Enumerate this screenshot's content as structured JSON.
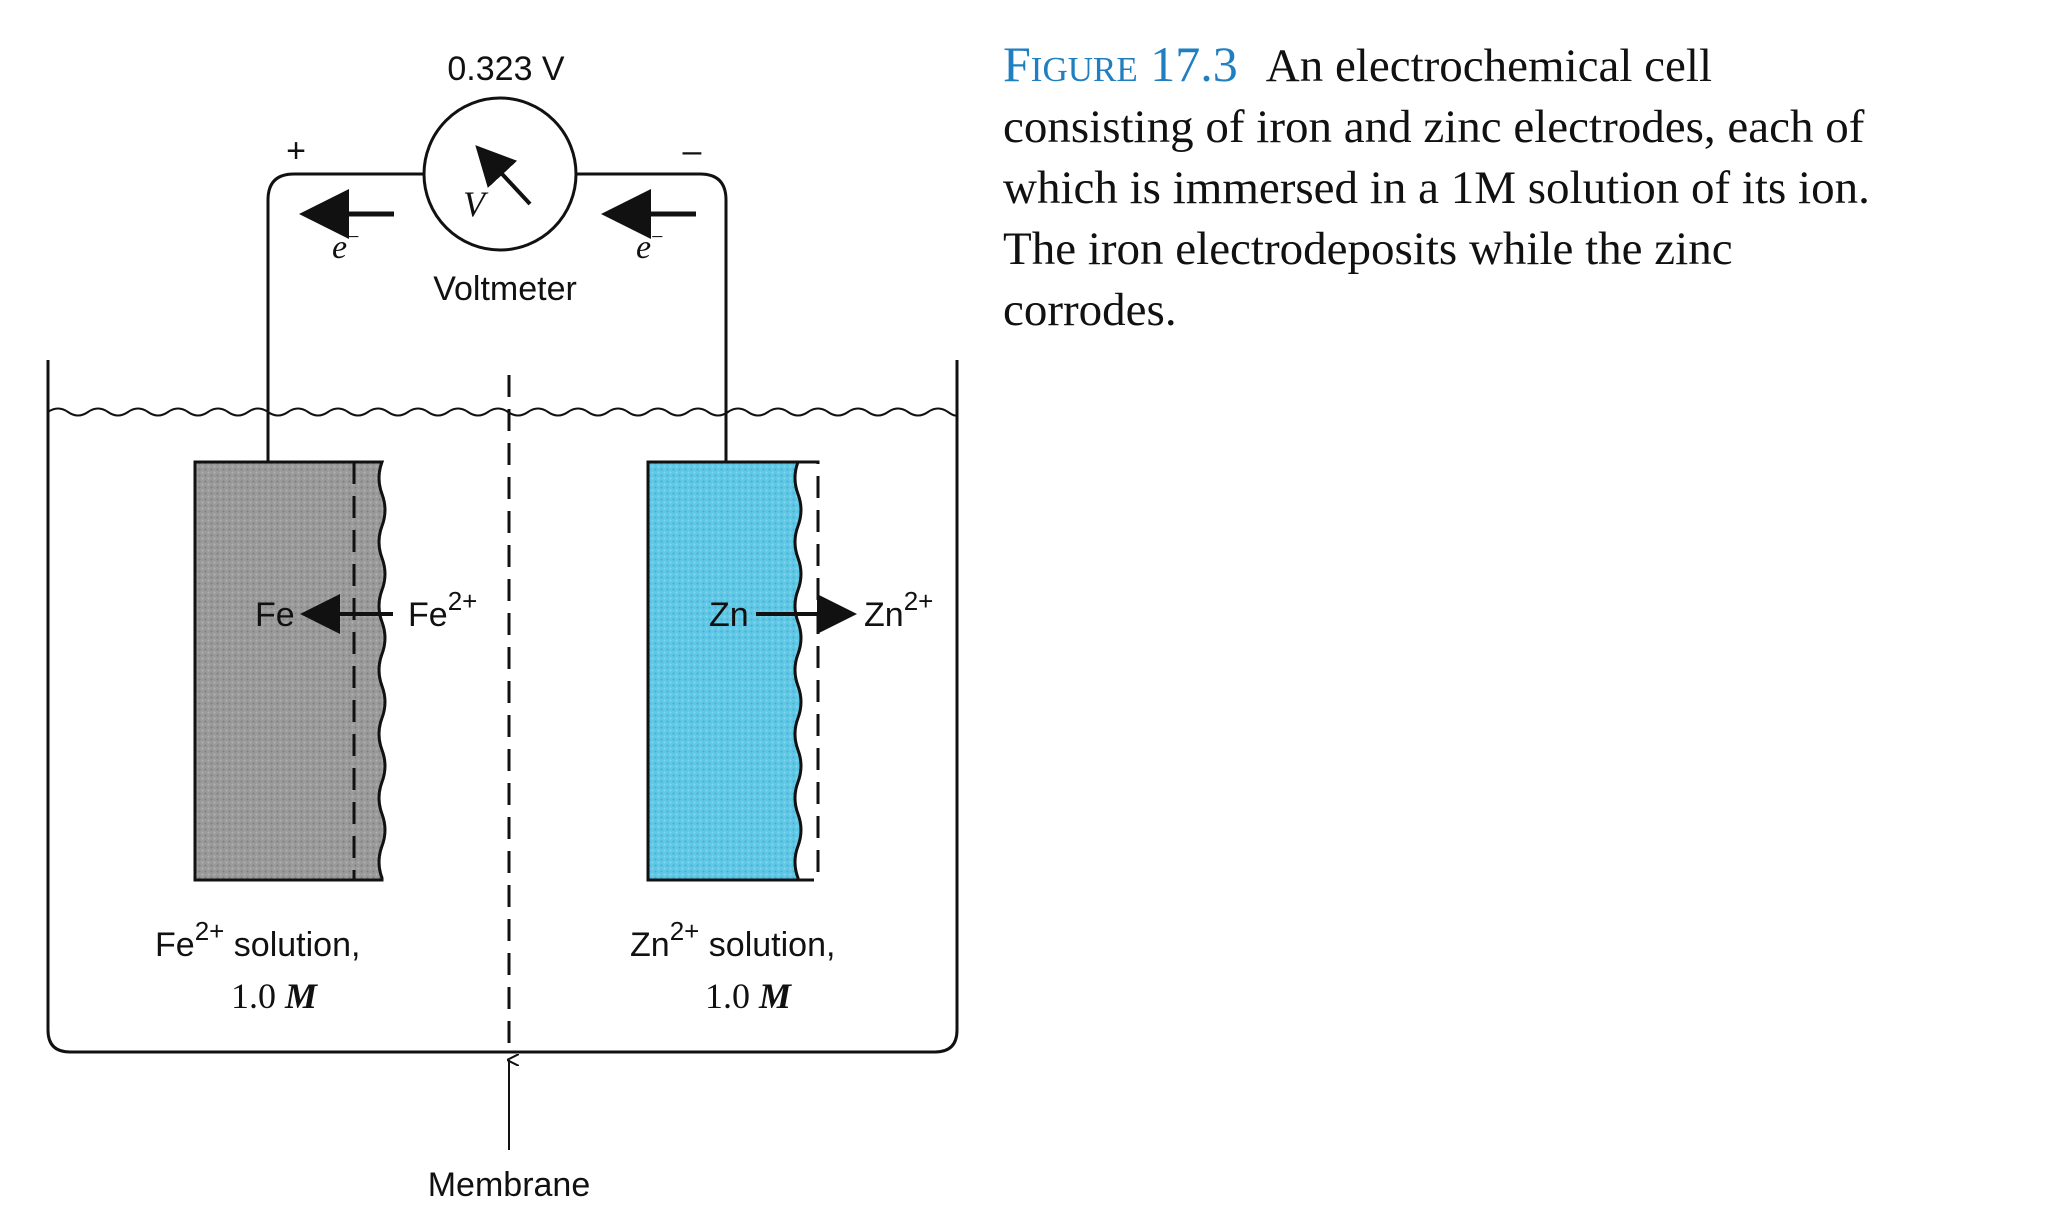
{
  "voltmeter": {
    "reading": "0.323 V",
    "symbol": "V",
    "label": "Voltmeter",
    "positive_terminal": "+",
    "negative_terminal": "–"
  },
  "wires": {
    "left_electron": "e",
    "right_electron": "e",
    "electron_charge": "−"
  },
  "fe_side": {
    "electrode": "Fe",
    "ion": "Fe",
    "ion_charge": "2+",
    "solution_ion": "Fe",
    "solution_charge": "2+",
    "solution_suffix": " solution,",
    "concentration_value": "1.0 ",
    "concentration_unit": "M",
    "electrode_color": "#9a9a9a"
  },
  "zn_side": {
    "electrode": "Zn",
    "ion": "Zn",
    "ion_charge": "2+",
    "solution_ion": "Zn",
    "solution_charge": "2+",
    "solution_suffix": " solution,",
    "concentration_value": "1.0 ",
    "concentration_unit": "M",
    "electrode_color": "#5fc8e6"
  },
  "membrane": {
    "label": "Membrane"
  },
  "caption": {
    "figure_label": "Figure 17.3",
    "lines": [
      "An electrochemical cell",
      "consisting of iron and zinc electrodes, each of",
      "which is immersed in a 1M solution of its ion.",
      "The iron electrodeposits while the zinc",
      "corrodes."
    ],
    "accent_color": "#1f7fc1"
  }
}
